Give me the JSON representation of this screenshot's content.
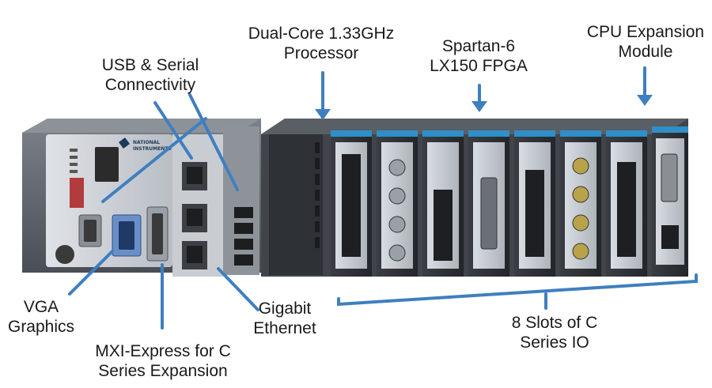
{
  "labels": {
    "processor": [
      "Dual-Core 1.33GHz",
      "Processor"
    ],
    "fpga": [
      "Spartan-6",
      "LX150 FPGA"
    ],
    "cpu_expansion": [
      "CPU Expansion",
      "Module"
    ],
    "usb_serial": [
      "USB & Serial",
      "Connectivity"
    ],
    "vga": [
      "VGA",
      "Graphics"
    ],
    "mxi": [
      "MXI-Express for C",
      "Series Expansion"
    ],
    "gigabit": [
      "Gigabit",
      "Ethernet"
    ],
    "slots": [
      "8 Slots of C",
      "Series IO"
    ]
  },
  "device": {
    "brand": [
      "NATIONAL",
      "INSTRUMENTS"
    ]
  },
  "colors": {
    "arrow": "#3f7fbf",
    "chassis": "#5b6068",
    "module_accent": "#2f8fc8",
    "module_body": "#2b2e33"
  }
}
